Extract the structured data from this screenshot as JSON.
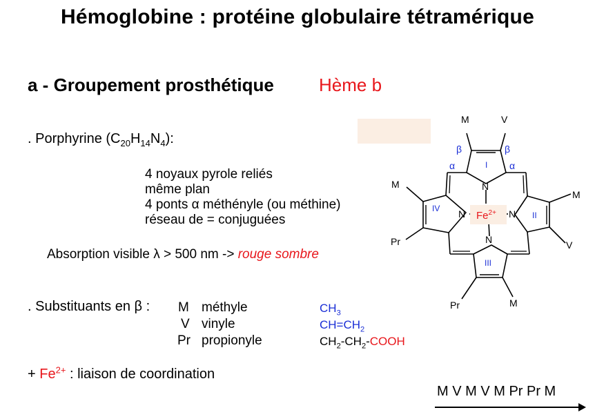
{
  "title": "Hémoglobine : protéine globulaire tétramérique",
  "section": {
    "label": "a - Groupement prosthétique",
    "heme": "Hème b"
  },
  "porphyrine": {
    "prefix": ". Porphyrine (C",
    "c_sub": "20",
    "h": "H",
    "h_sub": "14",
    "n": "N",
    "n_sub": "4",
    "suffix": "):",
    "lines": [
      "4 noyaux pyrole reliés",
      "même plan",
      "4 ponts α méthényle (ou méthine)",
      "réseau de = conjuguées"
    ]
  },
  "absorption": {
    "text": "Absorption visible λ  > 500 nm -> ",
    "highlight": "rouge sombre"
  },
  "substituants": {
    "label": ". Substituants en β :",
    "rows": [
      {
        "abbr": "M",
        "name": "méthyle"
      },
      {
        "abbr": "V",
        "name": "vinyle"
      },
      {
        "abbr": "Pr",
        "name": "propionyle"
      }
    ],
    "formulas": {
      "ch3_c": "CH",
      "ch3_sub": "3",
      "vinyl_a": "CH=CH",
      "vinyl_sub": "2",
      "prop_a": "CH",
      "prop_sub1": "2",
      "prop_b": "-CH",
      "prop_sub2": "2",
      "prop_c": "-",
      "prop_red": "COOH"
    }
  },
  "fe_line": {
    "prefix": "+ ",
    "fe": "Fe",
    "fe_sup": "2+",
    "suffix": " : liaison de coordination"
  },
  "sequence": "M V M V M Pr Pr M",
  "structure": {
    "fe_label": "Fe",
    "fe_sup": "2+",
    "nitrogen": "N",
    "rings": [
      "I",
      "II",
      "III",
      "IV"
    ],
    "alpha": "α",
    "beta": "β",
    "substituents": {
      "top_left": "M",
      "top_right": "V",
      "right_top": "M",
      "right_bottom": "V",
      "bottom_right": "M",
      "bottom_left": "Pr",
      "left_bottom": "Pr",
      "left_top": "M"
    }
  },
  "colors": {
    "red": "#e8161b",
    "blue": "#1a2ed6",
    "beige": "#fbeee3"
  }
}
